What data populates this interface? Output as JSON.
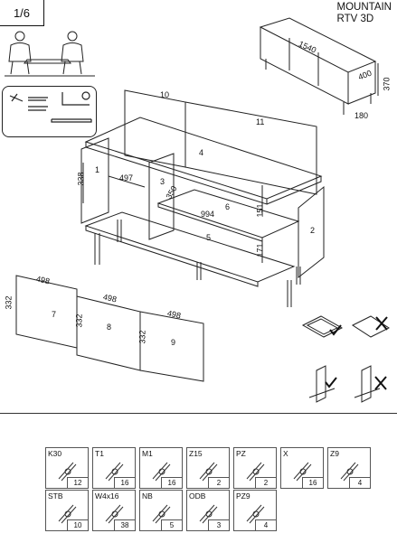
{
  "page": {
    "number": "1/6"
  },
  "product": {
    "name": "MOUNTAIN",
    "model": "RTV 3D"
  },
  "overview_dims": {
    "width": "1540",
    "depth": "400",
    "height": "370",
    "leg": "180"
  },
  "main_dims": {
    "d338": "338",
    "d497": "497",
    "d350": "350",
    "d994": "994",
    "d151": "151",
    "d171": "171"
  },
  "part_labels": [
    "1",
    "2",
    "3",
    "4",
    "5",
    "6",
    "10",
    "11"
  ],
  "door_dims": {
    "w1": "498",
    "w2": "498",
    "w3": "498",
    "h1": "332",
    "h2": "332",
    "h3": "332"
  },
  "door_labels": [
    "7",
    "8",
    "9"
  ],
  "hardware": [
    {
      "code": "K30",
      "qty": "12",
      "icon": "dowel-icon"
    },
    {
      "code": "T1",
      "qty": "16",
      "icon": "cam-bolt-icon"
    },
    {
      "code": "M1",
      "qty": "16",
      "icon": "cam-lock-icon"
    },
    {
      "code": "Z15",
      "qty": "2",
      "icon": "hinge-icon"
    },
    {
      "code": "PZ",
      "qty": "2",
      "icon": "plate-icon"
    },
    {
      "code": "X",
      "qty": "16",
      "icon": "cap-icon"
    },
    {
      "code": "Z9",
      "qty": "4",
      "icon": "hinge-z9-icon"
    },
    {
      "code": "STB",
      "qty": "10",
      "icon": "clip-icon"
    },
    {
      "code": "W4x16",
      "qty": "38",
      "icon": "screw-icon"
    },
    {
      "code": "NB",
      "qty": "5",
      "icon": "leg-icon"
    },
    {
      "code": "ODB",
      "qty": "3",
      "icon": "bumper-icon"
    },
    {
      "code": "PZ9",
      "qty": "4",
      "icon": "plate-pz9-icon"
    }
  ]
}
